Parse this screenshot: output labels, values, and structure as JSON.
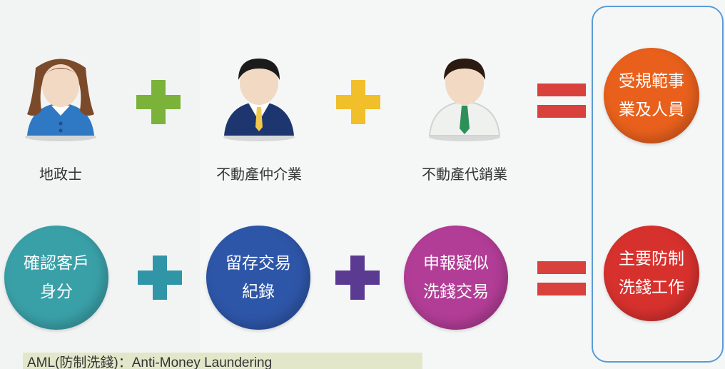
{
  "row1": {
    "people": [
      {
        "label": "地政士",
        "icon": "female-professional-icon"
      },
      {
        "label": "不動產仲介業",
        "icon": "businessman-blue-suit-icon"
      },
      {
        "label": "不動產代銷業",
        "icon": "businessman-white-shirt-icon"
      }
    ],
    "result": {
      "line1": "受規範事",
      "line2": "業及人員",
      "color": "#e8601c"
    }
  },
  "row2": {
    "steps": [
      {
        "line1": "確認客戶",
        "line2": "身分",
        "color": "#3aa0a8"
      },
      {
        "line1": "留存交易",
        "line2": "紀錄",
        "color": "#2e56a8"
      },
      {
        "line1": "申報疑似",
        "line2": "洗錢交易",
        "color": "#b23d96"
      }
    ],
    "result": {
      "line1": "主要防制",
      "line2": "洗錢工作",
      "color": "#d7312e"
    }
  },
  "operators": {
    "plus_colors": [
      "#7bb239",
      "#f0bf2a",
      "#2f95a7",
      "#5b3a92"
    ],
    "equals_color": "#d8413c"
  },
  "note": "AML(防制洗錢)：Anti-Money Laundering"
}
